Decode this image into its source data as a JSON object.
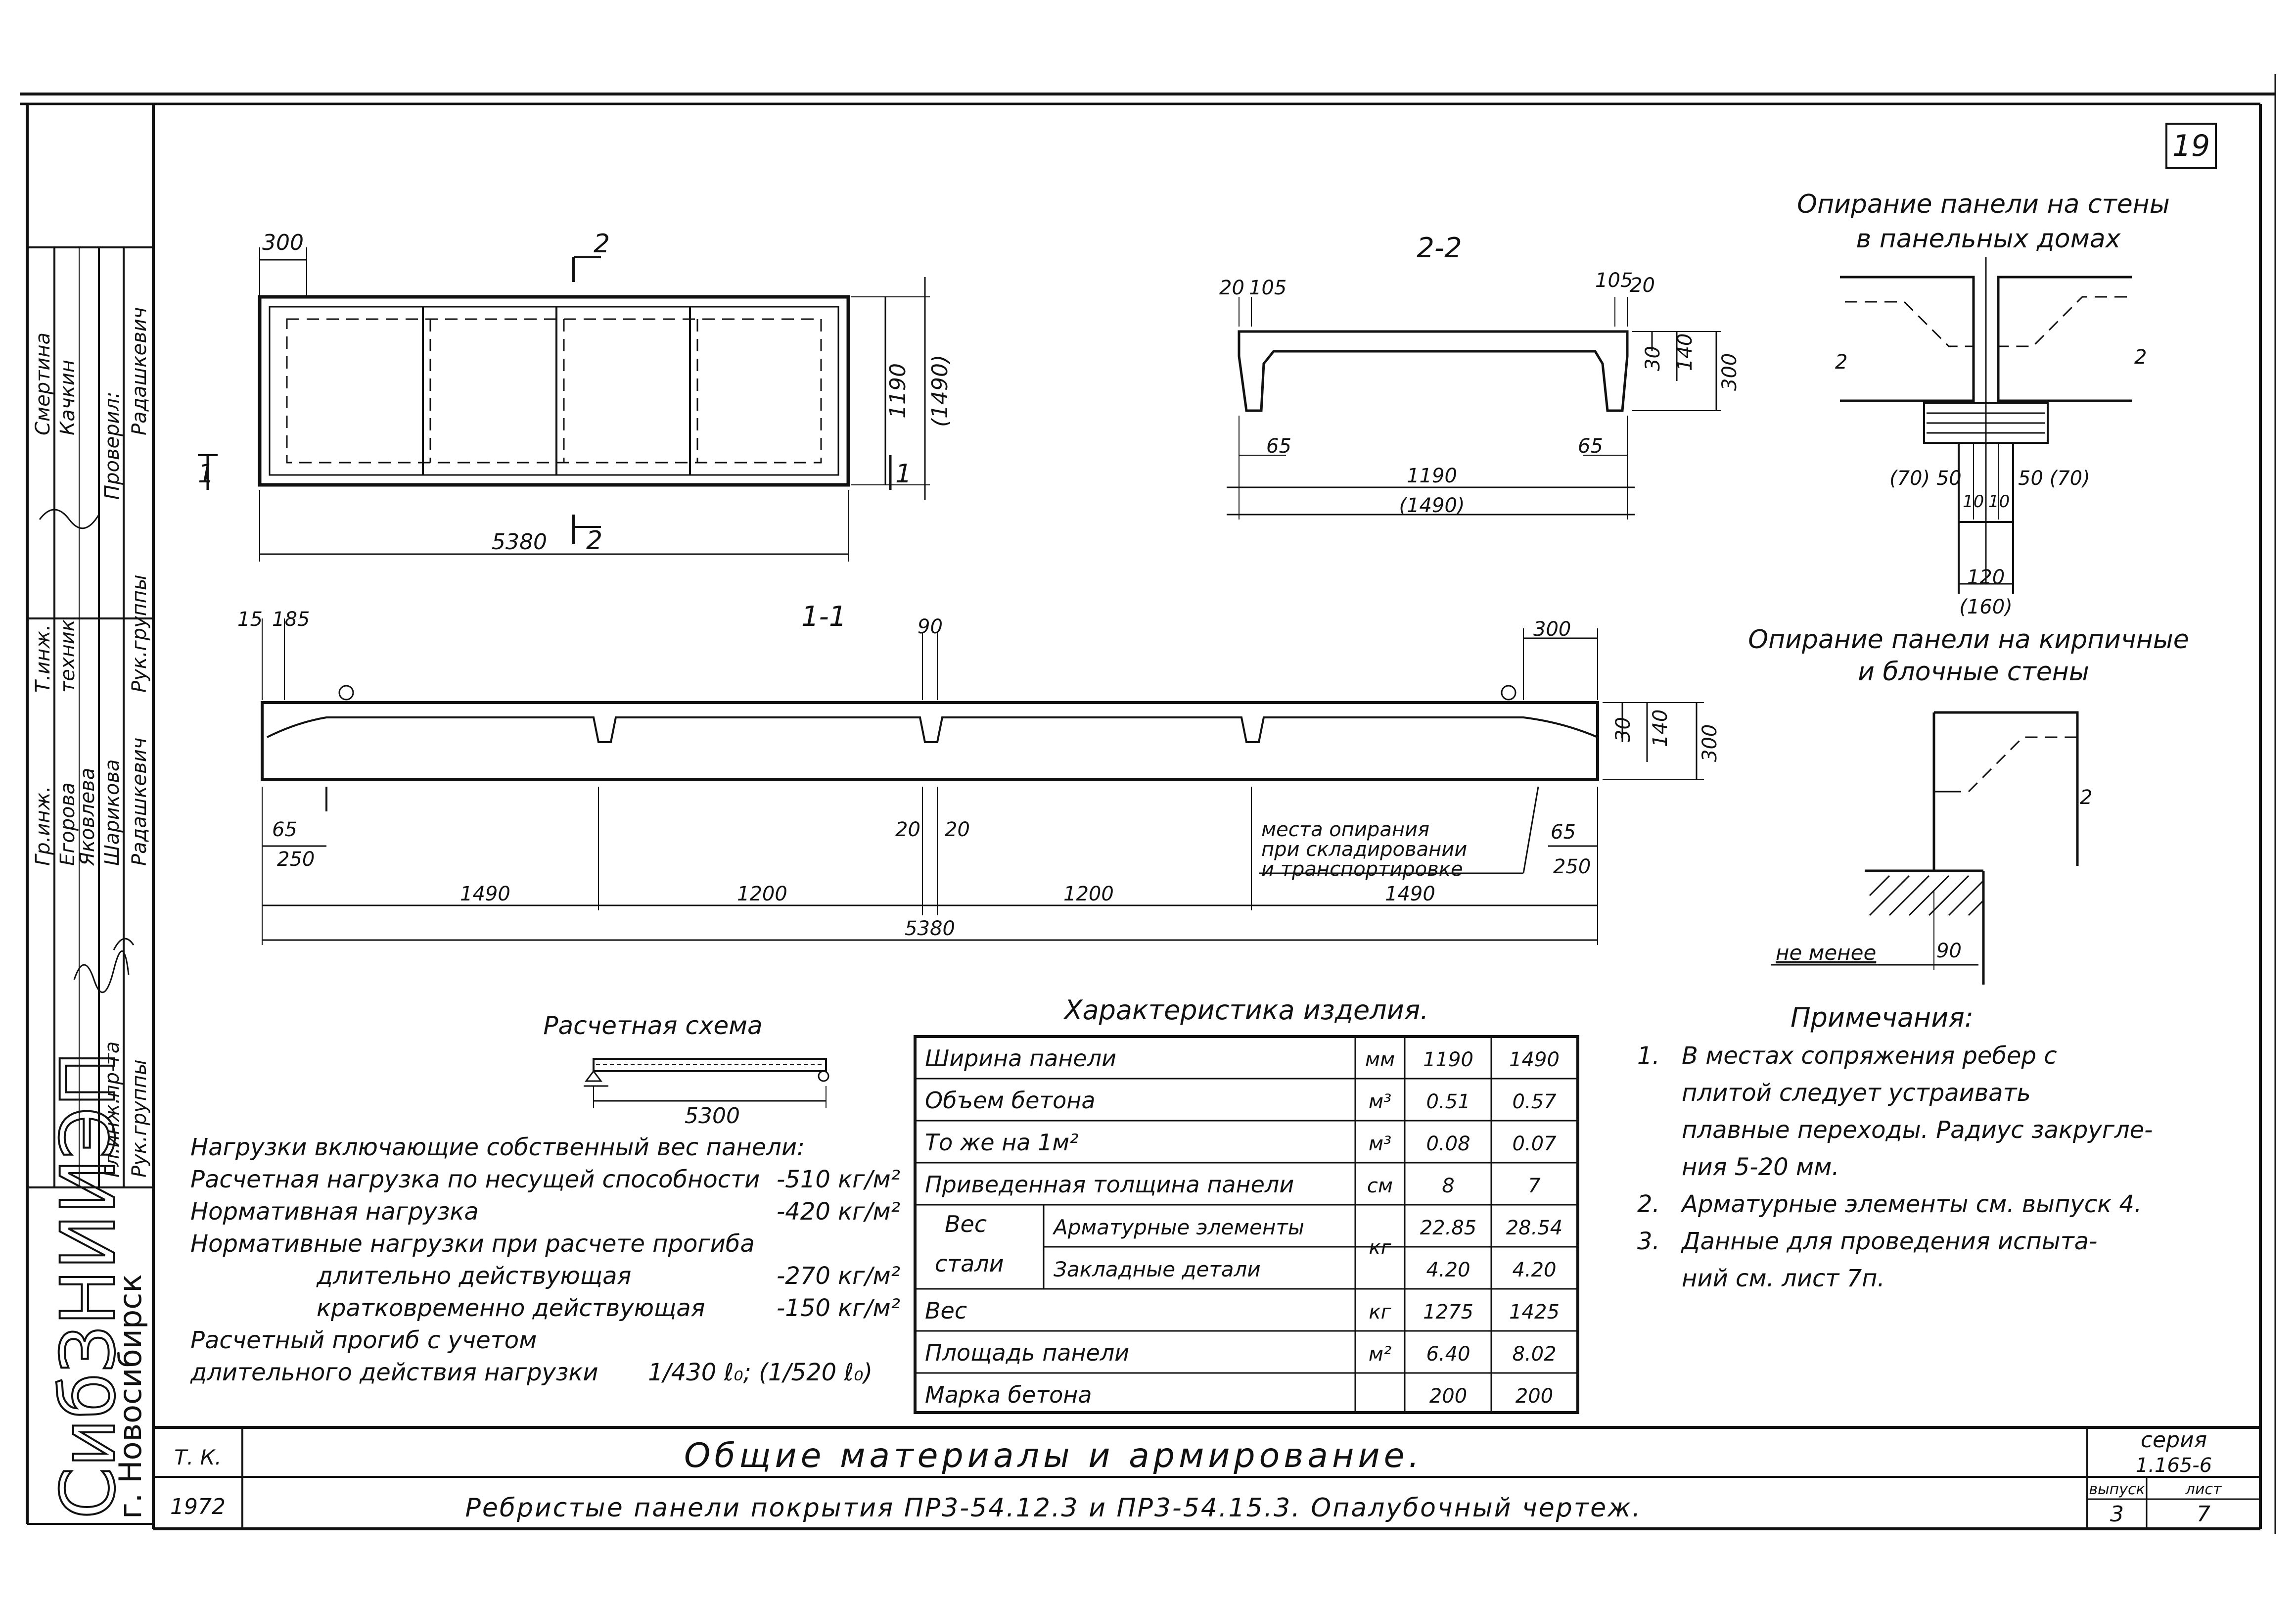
{
  "sheet": {
    "page_number": "19",
    "city": "г. Новосибирск",
    "org": "СибЗНИИЭП",
    "title_main": "Общие материалы и армирование.",
    "title_sub": "Ребристые панели покрытия ПР3-54.12.3 и ПР3-54.15.3. Опалубочный чертеж.",
    "tk_label": "Т. К.",
    "year": "1972",
    "series_label": "серия",
    "series_value": "1.165-6",
    "issue_label": "выпуск",
    "issue_value": "3",
    "sheet_label": "лист",
    "sheet_value": "7"
  },
  "signatures": {
    "roles": [
      "Гр.инж.",
      "Т.инж.",
      "техник",
      "Гл.инж.пр-та",
      "Рук.группы",
      "Рук.группы"
    ],
    "names": [
      "Егорова",
      "Яковлева",
      "Шарикова",
      "Радашкевич",
      "Смертина",
      "Качкин",
      "Радашкевич"
    ],
    "checked": "Проверил:"
  },
  "plan": {
    "dims": {
      "d300": "300",
      "length": "5380",
      "width": "1190",
      "width_alt": "(1490)"
    },
    "section_2": "2",
    "section_1": "1"
  },
  "section22": {
    "title": "2-2",
    "dims": {
      "d20a": "20",
      "d105a": "105",
      "d105b": "105",
      "d20b": "20",
      "d30": "30",
      "d140": "140",
      "d300": "300",
      "d65a": "65",
      "d65b": "65",
      "d1190": "1190",
      "d1490": "(1490)"
    }
  },
  "section11": {
    "title": "1-1",
    "dims": {
      "d15": "15",
      "d185": "185",
      "d90": "90",
      "d300": "300",
      "d30": "30",
      "d140": "140",
      "d300v": "300",
      "d65a": "65",
      "d250a": "250",
      "d20a": "20",
      "d20b": "20",
      "d65b": "65",
      "d250b": "250",
      "s1490a": "1490",
      "s1200a": "1200",
      "s1200b": "1200",
      "s1490b": "1490",
      "total": "5380"
    },
    "support_note": [
      "места опирания",
      "при складировании",
      "и транспортировке"
    ]
  },
  "support_wall": {
    "title": [
      "Опирание панели на стены",
      "в панельных домах"
    ],
    "dims": {
      "a": "(70) 50",
      "b": "50 (70)",
      "c1": "10",
      "c2": "10",
      "d1": "120",
      "d2": "(160)"
    },
    "cut_mark": "2"
  },
  "support_brick": {
    "title": [
      "Опирание панели на кирпичные",
      "и блочные стены"
    ],
    "min_label": "не менее",
    "min_value": "90",
    "cut_mark": "2"
  },
  "calc_scheme": {
    "title": "Расчетная схема",
    "span": "5300"
  },
  "loads": {
    "lines": [
      {
        "text": "Нагрузки включающие собственный вес панели:",
        "value": ""
      },
      {
        "text": "Расчетная нагрузка по несущей способности",
        "value": "-510 кг/м²"
      },
      {
        "text": "Нормативная нагрузка",
        "value": "-420 кг/м²"
      },
      {
        "text": "Нормативные нагрузки при расчете прогиба",
        "value": ""
      },
      {
        "text": "длительно действующая",
        "value": "-270 кг/м²"
      },
      {
        "text": "кратковременно действующая",
        "value": "-150 кг/м²"
      },
      {
        "text": "Расчетный прогиб с учетом",
        "value": ""
      },
      {
        "text": "длительного действия нагрузки",
        "value": "1/430 ℓ₀; (1/520 ℓ₀)"
      }
    ]
  },
  "characteristics": {
    "title": "Характеристика изделия.",
    "rows": [
      {
        "name": "Ширина панели",
        "unit": "мм",
        "v1": "1190",
        "v2": "1490"
      },
      {
        "name": "Объем бетона",
        "unit": "м³",
        "v1": "0.51",
        "v2": "0.57"
      },
      {
        "name": "То же на 1м²",
        "unit": "м³",
        "v1": "0.08",
        "v2": "0.07"
      },
      {
        "name": "Приведенная толщина панели",
        "unit": "см",
        "v1": "8",
        "v2": "7"
      },
      {
        "name": "Арматурные элементы",
        "unit": "",
        "v1": "22.85",
        "v2": "28.54"
      },
      {
        "name": "Закладные детали",
        "unit": "",
        "v1": "4.20",
        "v2": "4.20"
      },
      {
        "name": "Вес",
        "unit": "кг",
        "v1": "1275",
        "v2": "1425"
      },
      {
        "name": "Площадь панели",
        "unit": "м²",
        "v1": "6.40",
        "v2": "8.02"
      },
      {
        "name": "Марка бетона",
        "unit": "",
        "v1": "200",
        "v2": "200"
      }
    ],
    "steel_group": [
      "Вес",
      "стали"
    ],
    "steel_unit": "кг"
  },
  "notes": {
    "title": "Примечания:",
    "items": [
      [
        "1.",
        "В местах сопряжения ребер с",
        "плитой следует устраивать",
        "плавные переходы. Радиус закругле-",
        "ния 5-20 мм."
      ],
      [
        "2.",
        "Арматурные элементы см. выпуск 4."
      ],
      [
        "3.",
        "Данные для проведения испыта-",
        "ний см. лист 7п."
      ]
    ]
  }
}
